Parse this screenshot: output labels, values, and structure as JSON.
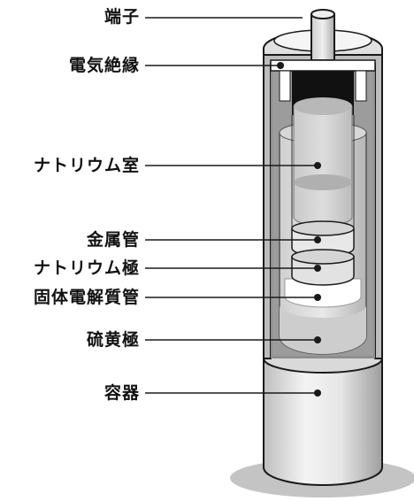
{
  "labels": {
    "terminal": "端子",
    "insulator": "電気絶縁",
    "sodium_chamber": "ナトリウム室",
    "metal_tube": "金属管",
    "sodium_electrode": "ナトリウム極",
    "electrolyte_tube": "固体電解質管",
    "sulfur_electrode": "硫黄極",
    "container": "容器"
  },
  "colors": {
    "outline": "#1a1a1a",
    "container_light": "#f2f2f2",
    "container_dark": "#bdbdbd",
    "shadow": "#c4c4c4",
    "interior_dark": "#111111",
    "sodium_gray": "#d0d0d0",
    "sodium_top": "#b8b8b8",
    "sulfur_gray": "#c8c8c8",
    "white": "#ffffff"
  }
}
